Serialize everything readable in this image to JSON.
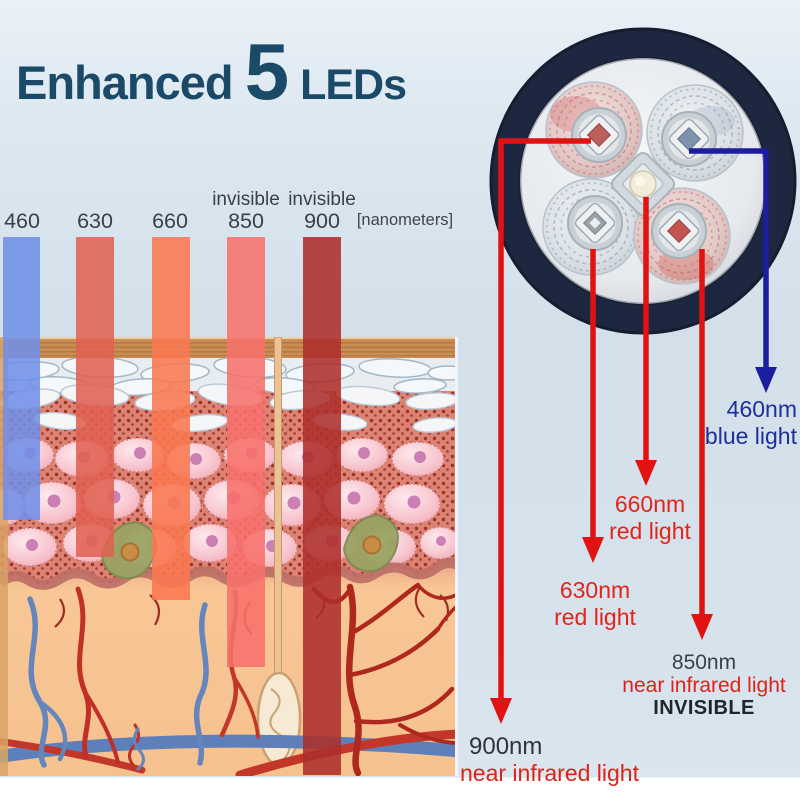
{
  "title": {
    "lead": "Enhanced",
    "count": "5",
    "tail": "LEDs"
  },
  "axis": {
    "unit_label": "[nanometers]",
    "columns": [
      {
        "nm": "460",
        "note": "",
        "color": "#7190e7"
      },
      {
        "nm": "630",
        "note": "",
        "color": "#e06152"
      },
      {
        "nm": "660",
        "note": "",
        "color": "#f97850"
      },
      {
        "nm": "850",
        "note": "invisible",
        "color": "#f7716b"
      },
      {
        "nm": "900",
        "note": "invisible",
        "color": "#ad2f2b"
      }
    ]
  },
  "callouts": [
    {
      "nm": "460nm",
      "desc": "blue light",
      "flag": "",
      "nm_color": "#1d2f9a",
      "desc_color": "#1d2f9a",
      "arrow_color": "#1d1da0"
    },
    {
      "nm": "660nm",
      "desc": "red light",
      "flag": "",
      "nm_color": "#e3241a",
      "desc_color": "#e3241a",
      "arrow_color": "#e01212"
    },
    {
      "nm": "630nm",
      "desc": "red light",
      "flag": "",
      "nm_color": "#e3241a",
      "desc_color": "#e3241a",
      "arrow_color": "#e01212"
    },
    {
      "nm": "850nm",
      "desc": "near infrared light",
      "flag": "INVISIBLE",
      "nm_color": "#3b4048",
      "desc_color": "#da2418",
      "flag_color": "#20242b",
      "arrow_color": "#e01212"
    },
    {
      "nm": "900nm",
      "desc": "near infrared light",
      "flag": "",
      "nm_color": "#2e333c",
      "desc_color": "#da2418",
      "arrow_color": "#e01212"
    }
  ],
  "device": {
    "bezel_color": "#1e2740",
    "leds": [
      {
        "position": "top-left",
        "chip_color": "#bc5f5c"
      },
      {
        "position": "top-right",
        "chip_color": "#8093ad"
      },
      {
        "position": "center",
        "chip_color": "#f2ecda"
      },
      {
        "position": "bottom-left",
        "chip_color": "#9aa3a9"
      },
      {
        "position": "bottom-right",
        "chip_color": "#c25451"
      }
    ]
  },
  "palette": {
    "title_color": "#1a4a68",
    "background_top": "#eaf1f7",
    "background_bottom": "#dae5ee",
    "footer": "#ffffff"
  }
}
